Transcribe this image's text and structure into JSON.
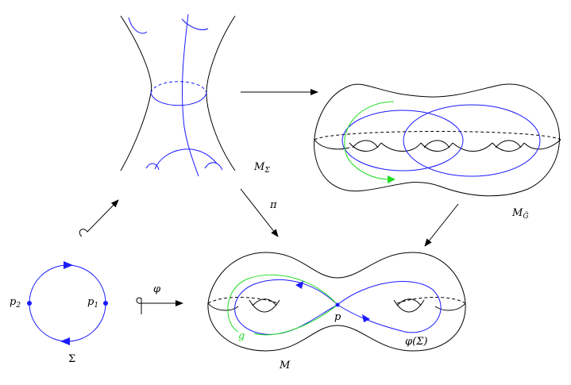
{
  "labels": {
    "m_sigma": "M",
    "m_sigma_sub": "Σ",
    "m_g": "M",
    "m_g_sub": "Ĝ",
    "pi": "π",
    "phi": "φ",
    "p1": "p",
    "p1_sub": "1",
    "p2": "p",
    "p2_sub": "2",
    "sigma": "Σ",
    "g": "g",
    "p": "p",
    "phi_sigma": "φ(Σ)",
    "m": "M"
  },
  "colors": {
    "blue": "#1a1aff",
    "green": "#22dd22",
    "black": "#000000"
  }
}
